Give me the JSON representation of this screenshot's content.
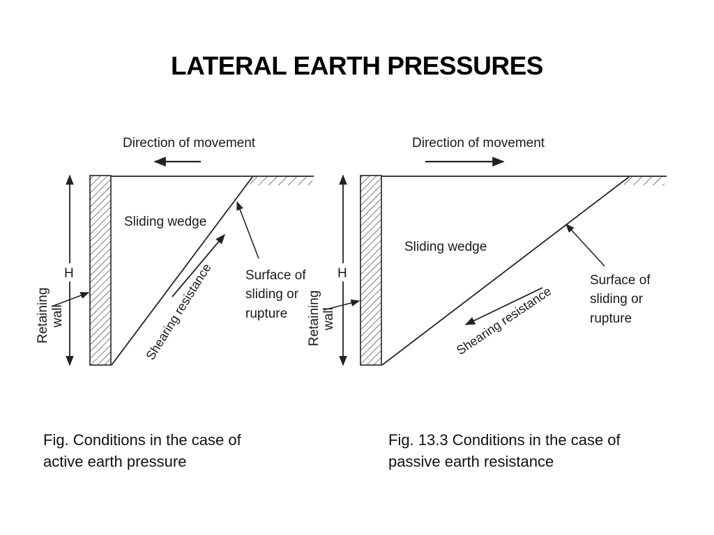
{
  "slide": {
    "title": "LATERAL EARTH PRESSURES"
  },
  "figures": {
    "active": {
      "direction_label": "Direction of movement",
      "wedge_label": "Sliding wedge",
      "height_label": "H",
      "wall_label_line1": "Retaining",
      "wall_label_line2": "wall",
      "shear_label": "Shearing resistance",
      "surface_line1": "Surface of",
      "surface_line2": "sliding or",
      "surface_line3": "rupture",
      "caption_line1": "Fig. Conditions in the case of",
      "caption_line2": "active earth pressure"
    },
    "passive": {
      "direction_label": "Direction of movement",
      "wedge_label": "Sliding wedge",
      "height_label": "H",
      "wall_label_line1": "Retaining",
      "wall_label_line2": "wall",
      "shear_label": "Shearing resistance",
      "surface_line1": "Surface of",
      "surface_line2": "sliding or",
      "surface_line3": "rupture",
      "caption_line1": "Fig. 13.3 Conditions in the case of",
      "caption_line2": "passive earth resistance"
    }
  }
}
